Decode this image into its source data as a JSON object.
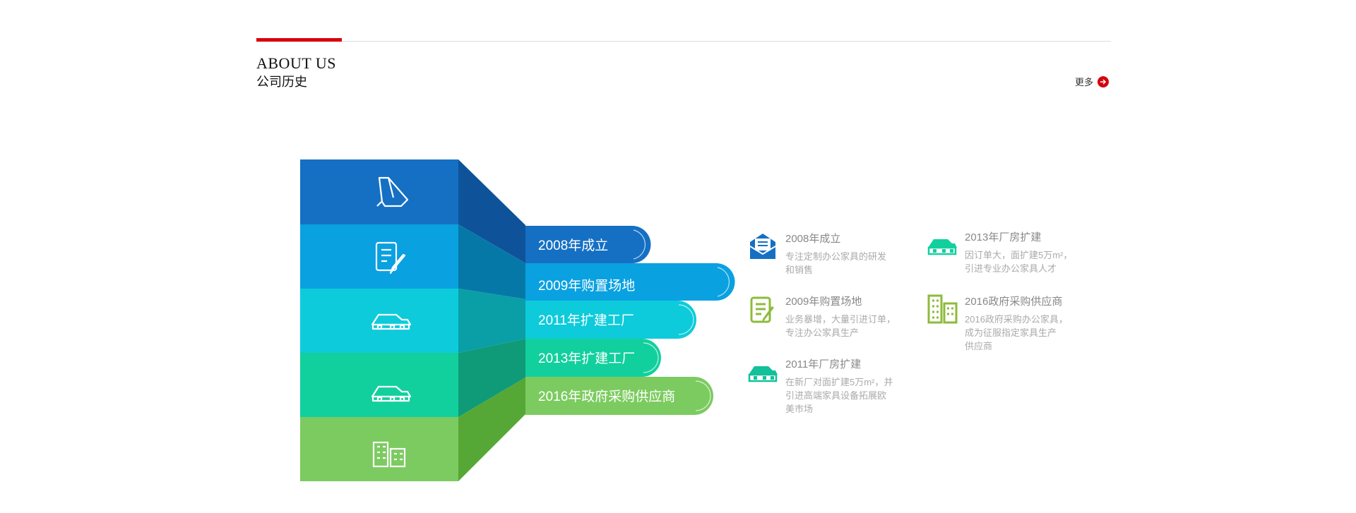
{
  "header": {
    "title_en": "ABOUT US",
    "title_cn": "公司历史",
    "more_label": "更多",
    "accent_color": "#d7000f"
  },
  "timeline": {
    "steps": [
      {
        "label": "2008年成立",
        "color": "#1570c4",
        "icon": "megaphone-icon"
      },
      {
        "label": "2009年购置场地",
        "color": "#0aa1e1",
        "icon": "contract-icon"
      },
      {
        "label": "2011年扩建工厂",
        "color": "#0dcbdb",
        "icon": "house-icon"
      },
      {
        "label": "2013年扩建工厂",
        "color": "#12d09e",
        "icon": "house-icon"
      },
      {
        "label": "2016年政府采购供应商",
        "color": "#7ccb60",
        "icon": "building-icon"
      }
    ]
  },
  "details": [
    {
      "title": "2008年成立",
      "desc": [
        "专注定制办公家具的研发",
        "和销售"
      ],
      "icon": "envelope-icon",
      "color": "#1570c4"
    },
    {
      "title": "2009年购置场地",
      "desc": [
        "业务暴增，大量引进订单，",
        "专注办公家具生产"
      ],
      "icon": "contract-icon",
      "color": "#8dbb3a"
    },
    {
      "title": "2011年厂房扩建",
      "desc": [
        "在新厂对面扩建5万m²，并",
        "引进高端家具设备拓展欧",
        "美市场"
      ],
      "icon": "house-icon",
      "color": "#12c09a"
    },
    {
      "title": "2013年厂房扩建",
      "desc": [
        "因订单大，面扩建5万m²，",
        "引进专业办公家具人才"
      ],
      "icon": "house-icon",
      "color": "#12d09e"
    },
    {
      "title": "2016政府采购供应商",
      "desc": [
        "2016政府采购办公家具，",
        "成为征服指定家具生产",
        "供应商"
      ],
      "icon": "building-icon",
      "color": "#8dbb3a"
    }
  ]
}
